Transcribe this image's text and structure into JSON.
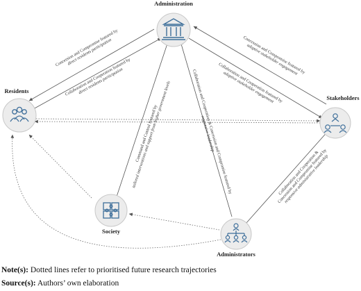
{
  "nodes": {
    "administration": {
      "label": "Administration",
      "icon": "government-building-icon"
    },
    "residents": {
      "label": "Residents",
      "icon": "people-group-icon"
    },
    "stakeholders": {
      "label": "Stakeholders",
      "icon": "stakeholders-network-icon"
    },
    "society": {
      "label": "Society",
      "icon": "puzzle-icon"
    },
    "administrators": {
      "label": "Administrators",
      "icon": "org-chart-icon"
    }
  },
  "edges": {
    "admin_to_residents": {
      "line1": "Concession and Compromise featured by",
      "line2": "direct residents participation"
    },
    "residents_to_admin": {
      "line1": "Collaboration and Cooperation featured by",
      "line2": "direct residents participation"
    },
    "stakeholders_to_admin": {
      "line1": "Concession and Compromise featured by",
      "line2": "adaptive stakeholder engagement"
    },
    "admin_to_stakeholders": {
      "line1": "Collaboration and Cooperation featured by",
      "line2": "adaptive stakeholder engagement"
    },
    "society_to_admin": {
      "line1": "Command and Control featured by",
      "line2": "tailored interventions and support from higher government levels"
    },
    "administrators_to_admin": {
      "line1": "Collaboration and Cooperation & Concession and Compromise featured by",
      "line2": "responsive leadership"
    },
    "administrators_to_stakeholders": {
      "line1": "Collaboration and Cooperation &",
      "line2": "Concession and Compromise featured by",
      "line3": "responsive administrative leadership"
    }
  },
  "notes": {
    "note_label": "Note(s):",
    "note_text": "Dotted lines refer to prioritised future research trajectories",
    "source_label": "Source(s):",
    "source_text": "Authors’ own elaboration"
  },
  "colors": {
    "node_fill": "#ececec",
    "node_stroke": "#c8c8c8",
    "icon": "#3d6e9a",
    "line": "#555555"
  }
}
